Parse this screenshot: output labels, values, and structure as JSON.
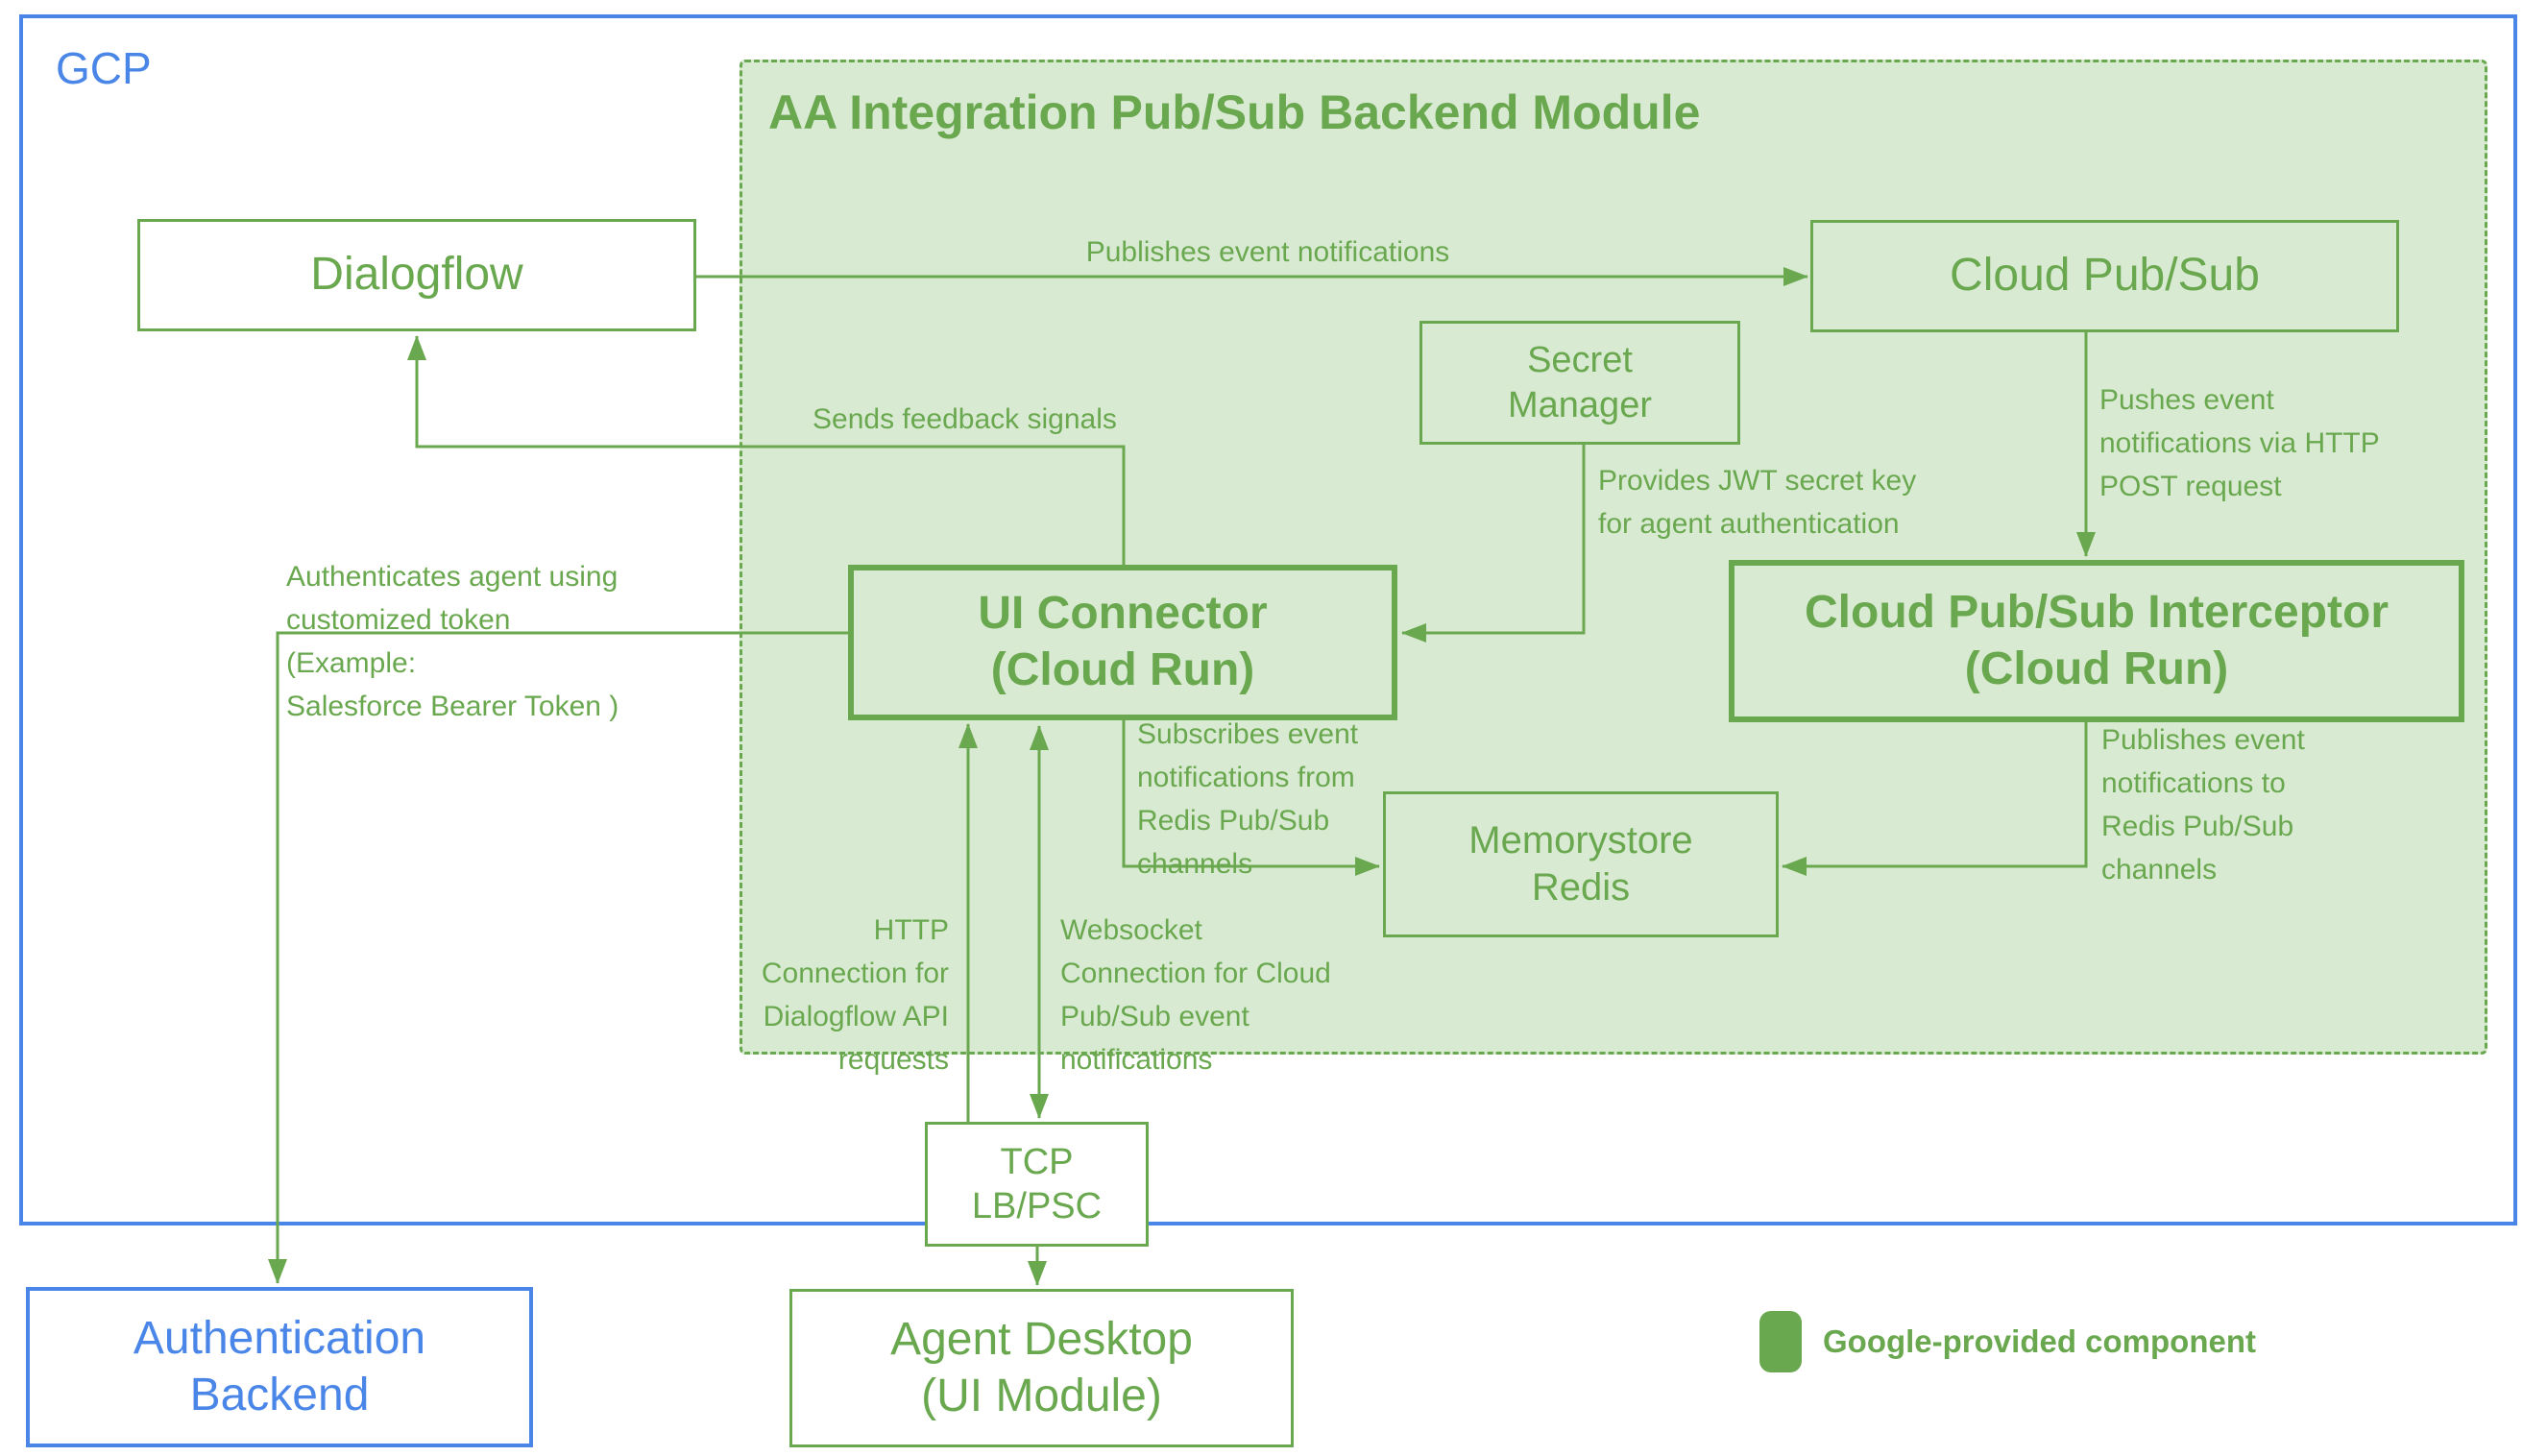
{
  "colors": {
    "green": "#6aa84f",
    "green_fill": "#d9ead3",
    "blue": "#4a86e8"
  },
  "gcp": {
    "label": "GCP"
  },
  "module": {
    "title": "AA Integration Pub/Sub Backend Module"
  },
  "nodes": {
    "dialogflow": {
      "label": "Dialogflow"
    },
    "cloud_pubsub": {
      "label": "Cloud Pub/Sub"
    },
    "secret_manager": {
      "label": "Secret\nManager"
    },
    "ui_connector": {
      "label": "UI Connector\n(Cloud Run)"
    },
    "pubsub_interceptor": {
      "label": "Cloud Pub/Sub Interceptor\n(Cloud Run)"
    },
    "memorystore_redis": {
      "label": "Memorystore\nRedis"
    },
    "tcp_lb_psc": {
      "label": "TCP\nLB/PSC"
    },
    "authentication_backend": {
      "label": "Authentication\nBackend"
    },
    "agent_desktop": {
      "label": "Agent Desktop\n(UI Module)"
    }
  },
  "edges": {
    "publishes_event_notifications": "Publishes event notifications",
    "sends_feedback_signals": "Sends feedback signals",
    "provides_jwt_secret": "Provides JWT secret key\nfor agent authentication",
    "pushes_event_notifications": "Pushes event\nnotifications via HTTP\nPOST request",
    "publishes_to_redis": "Publishes event\nnotifications to\nRedis Pub/Sub\nchannels",
    "subscribes_from_redis": "Subscribes event\nnotifications from\nRedis Pub/Sub\nchannels",
    "authenticates_agent": "Authenticates agent using\ncustomized token\n(Example:\nSalesforce Bearer Token )",
    "http_connection": "HTTP\nConnection for\nDialogflow API\nrequests",
    "websocket_connection": "Websocket\nConnection for Cloud\nPub/Sub event\nnotifications"
  },
  "legend": {
    "label": "Google-provided component"
  }
}
